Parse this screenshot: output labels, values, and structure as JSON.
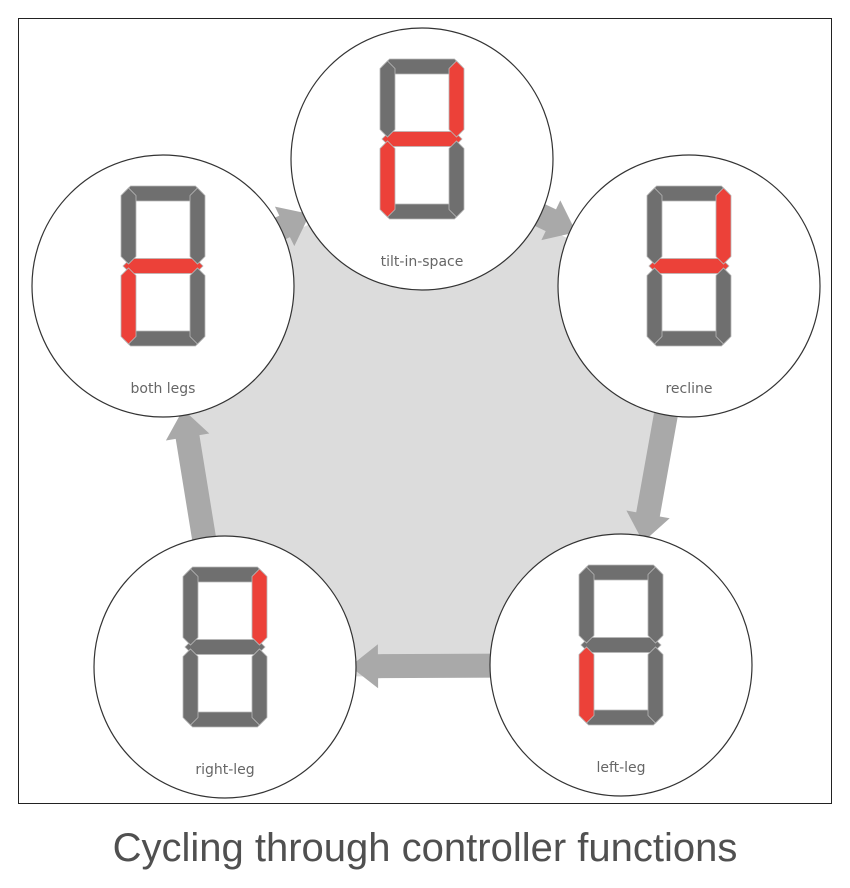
{
  "caption": "Cycling through controller functions",
  "colors": {
    "segment_on": "#ec4139",
    "segment_off": "#6f6f6f",
    "segment_bevel": "#b8b8b8",
    "arrow": "#a9a9a9",
    "pentagon_fill": "#dcdcdc",
    "circle_stroke": "#333333"
  },
  "modes": [
    {
      "id": "tilt",
      "label": "tilt-in-space",
      "lit_segments": [
        "b",
        "g",
        "e"
      ]
    },
    {
      "id": "recline",
      "label": "recline",
      "lit_segments": [
        "b",
        "g"
      ]
    },
    {
      "id": "left-leg",
      "label": "left-leg",
      "lit_segments": [
        "e"
      ]
    },
    {
      "id": "right-leg",
      "label": "right-leg",
      "lit_segments": [
        "b"
      ]
    },
    {
      "id": "both-legs",
      "label": "both legs",
      "lit_segments": [
        "g",
        "e"
      ]
    }
  ],
  "cycle_order": [
    "tilt",
    "recline",
    "left-leg",
    "right-leg",
    "both-legs"
  ]
}
